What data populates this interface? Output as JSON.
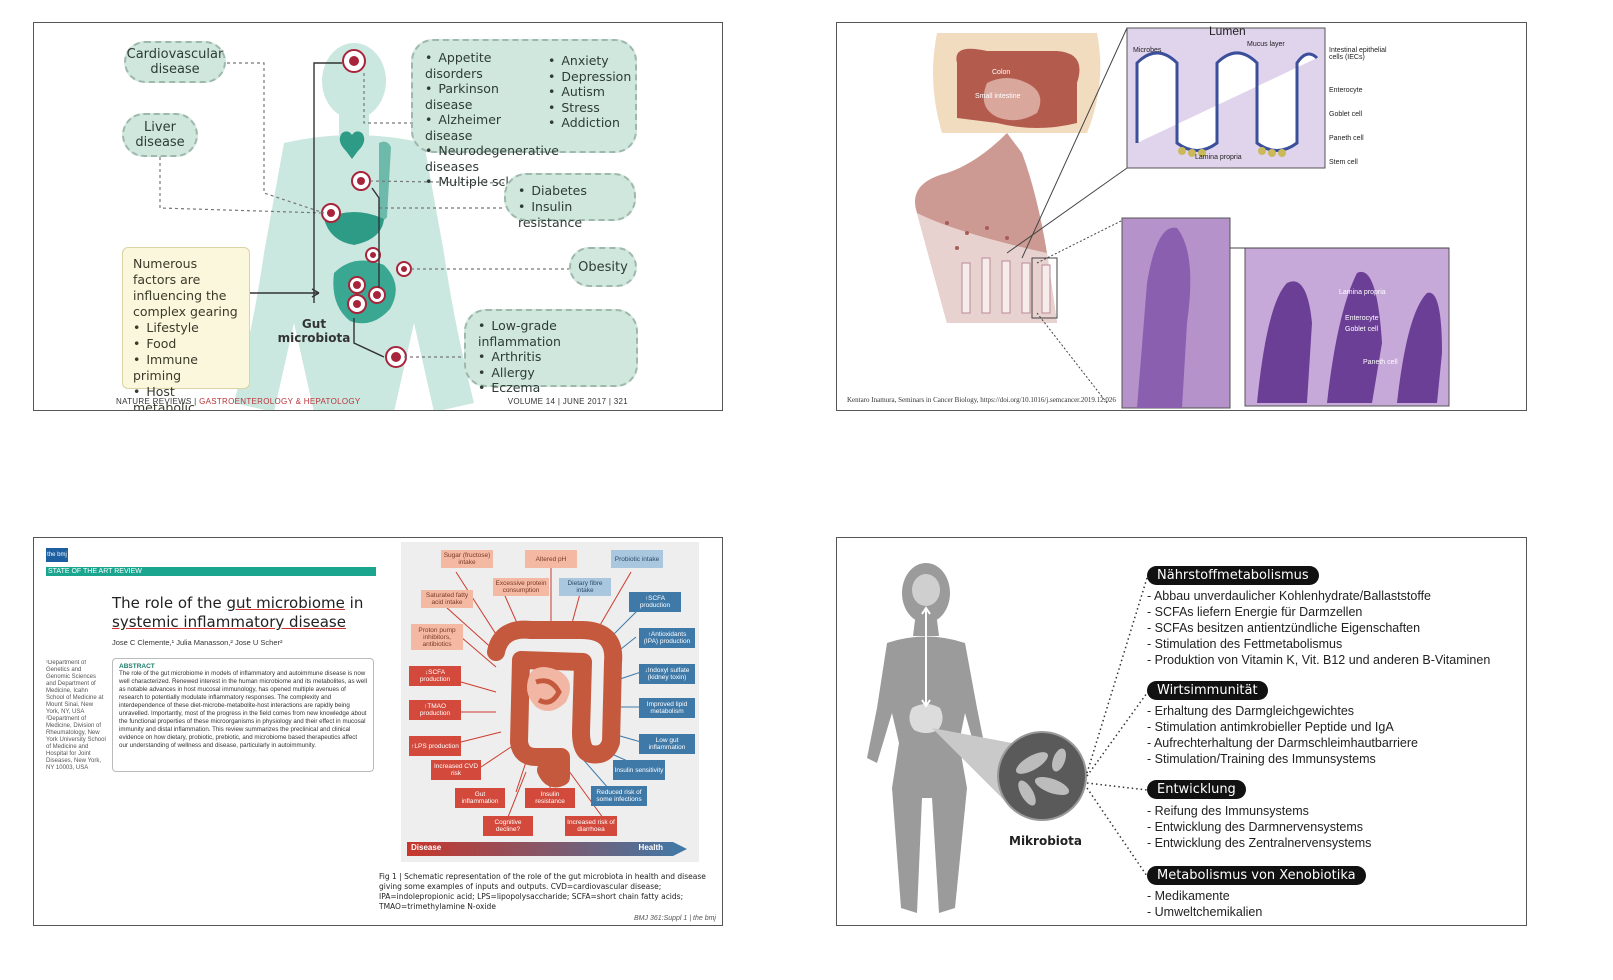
{
  "panel1": {
    "disease_boxes": {
      "cardiovascular": "Cardiovascular disease",
      "liver": "Liver disease",
      "brain_list": [
        "Appetite disorders",
        "Parkinson disease",
        "Alzheimer disease",
        "Neurodegenerative diseases",
        "Multiple sclerosis"
      ],
      "brain_list2": [
        "Anxiety",
        "Depression",
        "Autism",
        "Stress",
        "Addiction"
      ],
      "metabolic_list": [
        "Diabetes",
        "Insulin resistance"
      ],
      "obesity": "Obesity",
      "inflammation_list": [
        "Low-grade inflammation",
        "Arthritis",
        "Allergy",
        "Eczema"
      ]
    },
    "factors_intro": "Numerous factors are influencing the complex gearing",
    "factors_list": [
      "Lifestyle",
      "Food",
      "Immune priming",
      "Host metabolic signalling"
    ],
    "gut_label": "Gut microbiota",
    "footer_journal_a": "NATURE REVIEWS",
    "footer_journal_b": "GASTROENTEROLOGY & HEPATOLOGY",
    "footer_volume": "VOLUME 14 | JUNE 2017 | 321",
    "colors": {
      "accent": "#cfe7dc",
      "body": "#cbe8e0",
      "organ": "#2e9b86",
      "gear": "#a8243b"
    }
  },
  "panel2": {
    "lumen": "Lumen",
    "labels_left": [
      "Microbes",
      "Mucus layer"
    ],
    "labels_right": [
      "Intestinal epithelial cells (IECs)",
      "Enterocyte",
      "Goblet cell",
      "Paneth cell",
      "Stem cell"
    ],
    "lamina": "Lamina propria",
    "colon": "Colon",
    "small_intestine": "Small intestine",
    "histo_labels": [
      "Lamina propria",
      "Enterocyte",
      "Goblet cell",
      "Paneth cell"
    ],
    "credit": "Kentaro Inamura, Seminars in Cancer Biology, https://doi.org/10.1016/j.semcancer.2019.12.026"
  },
  "panel3": {
    "logo": "the bmj",
    "section": "STATE OF THE ART REVIEW",
    "title_a": "The role of the ",
    "title_b": "gut microbiome",
    "title_c": " in",
    "title_d": "systemic inflammatory disease",
    "authors": "Jose C Clemente,¹ Julia Manasson,² Jose U Scher²",
    "abstract_head": "ABSTRACT",
    "abstract_text": "The role of the gut microbiome in models of inflammatory and autoimmune disease is now well characterized. Renewed interest in the human microbiome and its metabolites, as well as notable advances in host mucosal immunology, has opened multiple avenues of research to potentially modulate inflammatory responses. The complexity and interdependence of these diet-microbe-metabolite-host interactions are rapidly being unravelled. Importantly, most of the progress in the field comes from new knowledge about the functional properties of these microorganisms in physiology and their effect in mucosal immunity and distal inflammation. This review summarizes the preclinical and clinical evidence on how dietary, probiotic, prebiotic, and microbiome based therapeutics affect our understanding of wellness and disease, particularly in autoimmunity.",
    "side_notes": "¹Department of Genetics and Genomic Sciences and Department of Medicine, Icahn School of Medicine at Mount Sinai, New York, NY, USA ²Department of Medicine, Division of Rheumatology, New York University School of Medicine and Hospital for Joint Diseases, New York, NY 10003, USA",
    "inputs_top": [
      "Sugar (fructose) intake",
      "Altered pH",
      "Probiotic intake"
    ],
    "inputs_mid": [
      "Excessive protein consumption",
      "Dietary fibre intake"
    ],
    "left_nodes": [
      "Saturated fatty acid intake",
      "Proton pump inhibitors, antibiotics",
      "↓SCFA production",
      "↑TMAO production",
      "↑LPS production"
    ],
    "right_nodes": [
      "↑SCFA production",
      "↑Antioxidants (IPA) production",
      "↓Indoxyl sulfate (kidney toxin)",
      "Improved lipid metabolism",
      "Low gut inflammation",
      "Insulin sensitivity",
      "Reduced risk of some infections"
    ],
    "bottom_nodes": [
      "Increased CVD risk",
      "Gut inflammation",
      "Insulin resistance",
      "Cognitive decline?",
      "Increased risk of diarrhoea"
    ],
    "bar_left": "Disease",
    "bar_right": "Health",
    "caption": "Fig 1 | Schematic representation of the role of the gut microbiota in health and disease giving some examples of inputs and outputs. CVD=cardiovascular disease; IPA=indolepropionic acid; LPS=lipopolysaccharide; SCFA=short chain fatty acids; TMAO=trimethylamine N-oxide",
    "footer": "BMJ 361:Suppl 1 | the bmj"
  },
  "panel4": {
    "sections": [
      {
        "title": "Nährstoffmetabolismus",
        "items": [
          "Abbau unverdaulicher Kohlenhydrate/Ballaststoffe",
          "SCFAs liefern Energie für Darmzellen",
          "SCFAs besitzen antientzündliche Eigenschaften",
          "Stimulation des Fettmetabolismus",
          "Produktion von Vitamin K, Vit. B12 und anderen B-Vitaminen"
        ]
      },
      {
        "title": "Wirtsimmunität",
        "items": [
          "Erhaltung des Darmgleichgewichtes",
          "Stimulation antimkrobieller Peptide und IgA",
          "Aufrechterhaltung der Darmschleimhautbarriere",
          "Stimulation/Training des Immunsystems"
        ]
      },
      {
        "title": "Entwicklung",
        "items": [
          "Reifung des Immunsystems",
          "Entwicklung des Darmnervensystems",
          "Entwicklung des Zentralnervensystems"
        ]
      },
      {
        "title": "Metabolismus von Xenobiotika",
        "items": [
          "Medikamente",
          "Umweltchemikalien"
        ]
      }
    ],
    "mikrobiota": "Mikrobiota"
  }
}
